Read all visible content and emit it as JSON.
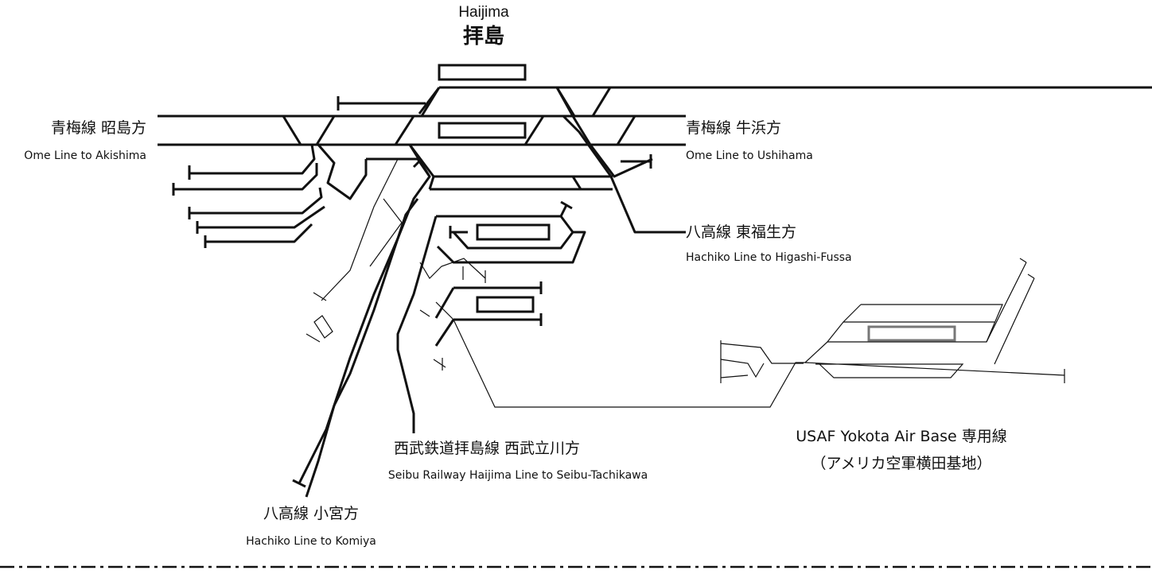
{
  "station": {
    "name_en": "Haijima",
    "name_ja": "拝島"
  },
  "directions": [
    {
      "id": "ome_akishima",
      "ja": "青梅線 昭島方",
      "en": "Ome Line to Akishima"
    },
    {
      "id": "ome_ushihama",
      "ja": "青梅線 牛浜方",
      "en": "Ome Line to Ushihama"
    },
    {
      "id": "hachiko_higashifussa",
      "ja": "八高線 東福生方",
      "en": "Hachiko Line to Higashi-Fussa"
    },
    {
      "id": "hachiko_komiya",
      "ja": "八高線 小宮方",
      "en": "Hachiko Line to Komiya"
    },
    {
      "id": "seibu_tachikawa",
      "ja": "西武鉄道拝島線 西武立川方",
      "en": "Seibu Railway Haijima Line to Seibu-Tachikawa"
    },
    {
      "id": "usaf_yokota",
      "ja": "USAF Yokota Air Base 専用線",
      "en": "（アメリカ空軍横田基地）"
    }
  ],
  "colors": {
    "track": "#111111",
    "siding": "#333333",
    "airbase_platform": "#777777",
    "background": "#ffffff"
  }
}
